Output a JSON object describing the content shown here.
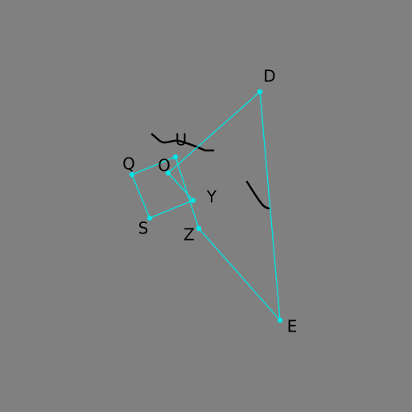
{
  "colors": {
    "background": "#808080",
    "edge": "#00e5e5",
    "point": "#00e5e5",
    "scribble": "#000000",
    "label": "#000000"
  },
  "points": [
    {
      "id": "D",
      "label": "D"
    },
    {
      "id": "E",
      "label": "E"
    },
    {
      "id": "Z",
      "label": "Z"
    },
    {
      "id": "O",
      "label": "O"
    },
    {
      "id": "U",
      "label": "U"
    },
    {
      "id": "Q",
      "label": "Q"
    },
    {
      "id": "S",
      "label": "S"
    },
    {
      "id": "Y",
      "label": "Y"
    }
  ],
  "edges": [
    [
      "D",
      "E"
    ],
    [
      "D",
      "O"
    ],
    [
      "E",
      "Z"
    ],
    [
      "Z",
      "U"
    ],
    [
      "U",
      "Q"
    ],
    [
      "Q",
      "S"
    ],
    [
      "S",
      "Y"
    ],
    [
      "Y",
      "O"
    ]
  ]
}
